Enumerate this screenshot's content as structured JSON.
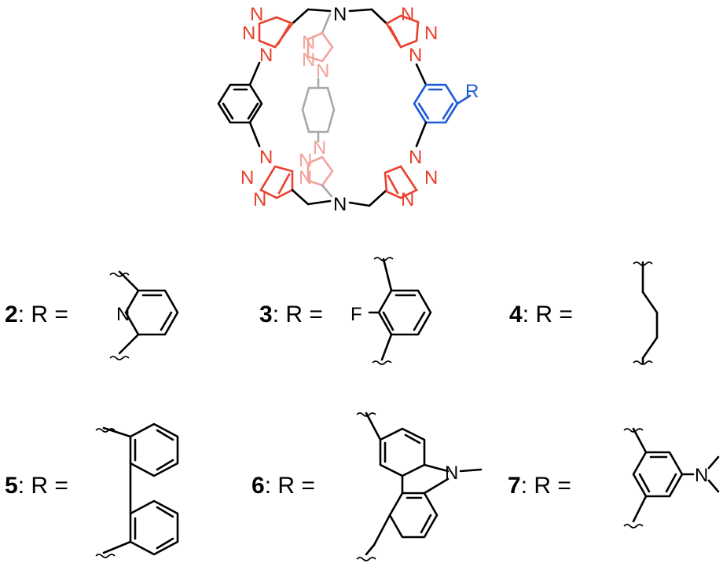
{
  "atoms": {
    "nitrogen": "N",
    "fluorine": "F",
    "substituent": "R"
  },
  "entries": [
    {
      "number": "2",
      "text": ": R ="
    },
    {
      "number": "3",
      "text": ": R ="
    },
    {
      "number": "4",
      "text": ": R ="
    },
    {
      "number": "5",
      "text": ": R ="
    },
    {
      "number": "6",
      "text": ": R ="
    },
    {
      "number": "7",
      "text": ": R ="
    }
  ],
  "colors": {
    "triazole": "#e8412c",
    "triazole_back": "#f2a39a",
    "phenyl_back": "#a8a8a8",
    "variable_arene": "#1f5bd8",
    "bonds": "#000000"
  }
}
